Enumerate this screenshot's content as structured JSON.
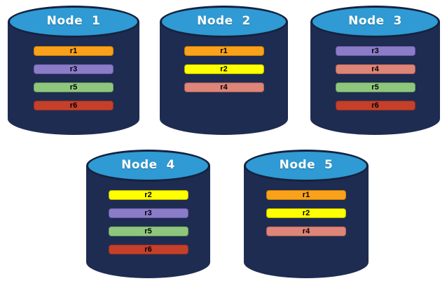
{
  "diagram": {
    "background": "#ffffff",
    "cylinder": {
      "body_color": "#1E2C52",
      "top_fill": "#2F9AD3",
      "top_border": "#15223F",
      "title_color": "#ffffff"
    }
  },
  "replica_colors": {
    "r1": {
      "fill": "#F9A11B",
      "border": "#C87F00"
    },
    "r2": {
      "fill": "#FFFF00",
      "border": "#B8B800"
    },
    "r3": {
      "fill": "#8B7CC7",
      "border": "#6A5BA8"
    },
    "r4": {
      "fill": "#DD8578",
      "border": "#B05F52"
    },
    "r5": {
      "fill": "#8FC67E",
      "border": "#67A356"
    },
    "r6": {
      "fill": "#C4402A",
      "border": "#9C2E1C"
    }
  },
  "nodes": [
    {
      "label": "Node  1",
      "replicas": [
        "r1",
        "r3",
        "r5",
        "r6"
      ]
    },
    {
      "label": "Node  2",
      "replicas": [
        "r1",
        "r2",
        "r4"
      ]
    },
    {
      "label": "Node  3",
      "replicas": [
        "r3",
        "r4",
        "r5",
        "r6"
      ]
    },
    {
      "label": "Node  4",
      "replicas": [
        "r2",
        "r3",
        "r5",
        "r6"
      ]
    },
    {
      "label": "Node  5",
      "replicas": [
        "r1",
        "r2",
        "r4"
      ]
    }
  ]
}
